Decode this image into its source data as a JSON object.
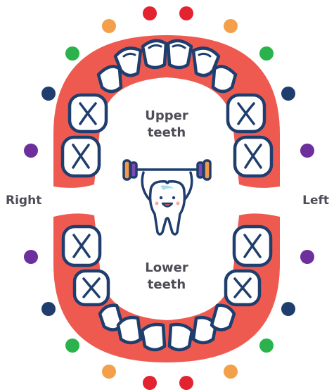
{
  "labels": {
    "upper_line1": "Upper",
    "upper_line2": "teeth",
    "lower_line1": "Lower",
    "lower_line2": "teeth",
    "right": "Right",
    "left": "Left"
  },
  "colors": {
    "gum": "#ef5a50",
    "outline": "#1f3e6e",
    "tooth": "#ffffff",
    "text": "#4d4d57",
    "dot_red": "#e3232f",
    "dot_orange": "#f4a04b",
    "dot_green": "#2bb24c",
    "dot_navy": "#1f3e6e",
    "dot_purple": "#6d2f9c",
    "tooth_mascot_accent": "#a9dcef",
    "barbell_plate_orange": "#f39a4a",
    "barbell_plate_purple": "#7e4bb2"
  },
  "icons": {
    "mascot": "tooth-lifting-barbell-icon"
  },
  "dots": [
    {
      "color": "red"
    },
    {
      "color": "red"
    },
    {
      "color": "orange"
    },
    {
      "color": "orange"
    },
    {
      "color": "green"
    },
    {
      "color": "green"
    },
    {
      "color": "navy"
    },
    {
      "color": "navy"
    },
    {
      "color": "purple"
    },
    {
      "color": "purple"
    },
    {
      "color": "purple"
    },
    {
      "color": "purple"
    },
    {
      "color": "navy"
    },
    {
      "color": "navy"
    },
    {
      "color": "green"
    },
    {
      "color": "green"
    },
    {
      "color": "orange"
    },
    {
      "color": "orange"
    },
    {
      "color": "red"
    },
    {
      "color": "red"
    }
  ]
}
